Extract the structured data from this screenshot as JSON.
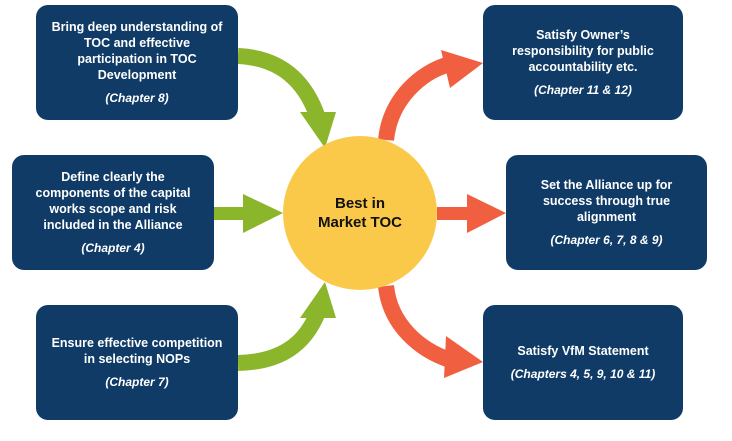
{
  "colors": {
    "box_fill": "#0f3b66",
    "center_fill": "#fbc94a",
    "input_arrow": "#8bb52a",
    "output_arrow": "#f06040",
    "box_text": "#ffffff",
    "center_text": "#111111"
  },
  "center": {
    "label": "Best in Market TOC"
  },
  "inputs": [
    {
      "text": "Bring deep understanding of TOC and effective participation in TOC Development",
      "chapter": "(Chapter  8)"
    },
    {
      "text": "Define clearly the components of the capital works scope and risk included in the Alliance",
      "chapter": "(Chapter  4)"
    },
    {
      "text": "Ensure effective competition in selecting NOPs",
      "chapter": "(Chapter  7)"
    }
  ],
  "outputs": [
    {
      "text": "Satisfy Owner’s responsibility for public accountability  etc.",
      "chapter": "(Chapter  11  & 12)"
    },
    {
      "text": "Set the Alliance up for success through true alignment",
      "chapter": "(Chapter  6, 7, 8 & 9)"
    },
    {
      "text": "Satisfy VfM Statement",
      "chapter": "(Chapters  4, 5, 9, 10 & 11)"
    }
  ]
}
